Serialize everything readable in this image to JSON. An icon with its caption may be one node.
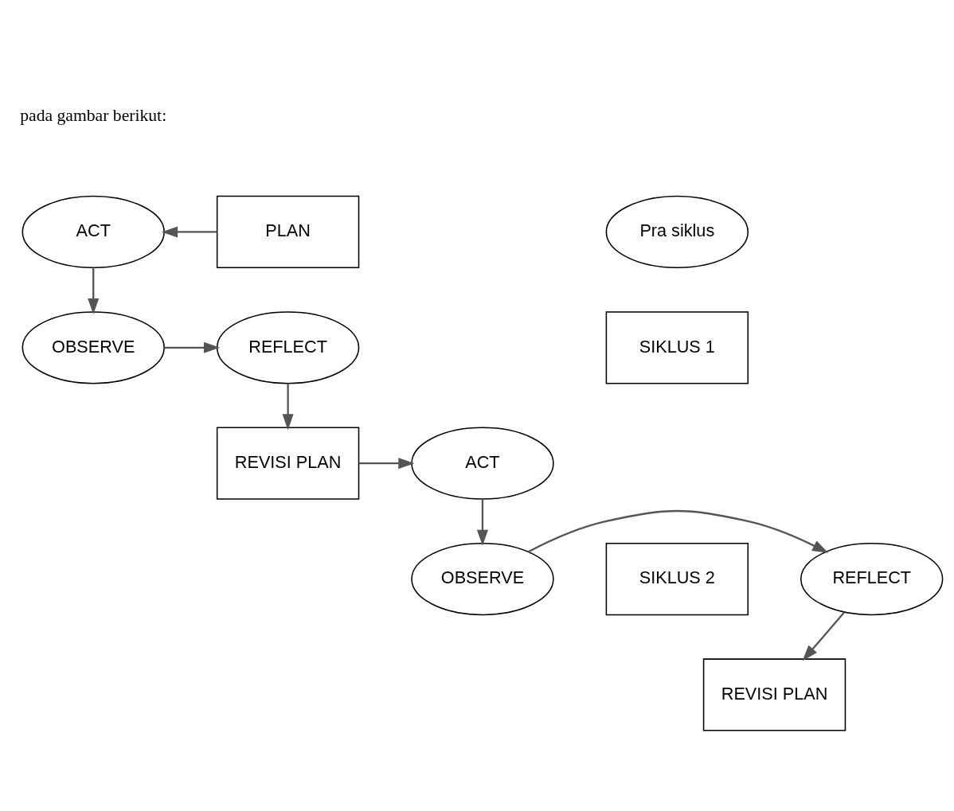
{
  "diagram": {
    "nodes": [
      {
        "text": [
          "Pra siklus"
        ]
      },
      {
        "text": [
          "ACT"
        ]
      },
      {
        "text": [
          "PLAN"
        ]
      },
      {
        "text": [
          "SIKLUS 1"
        ]
      },
      {
        "text": [
          "OBSERVE"
        ]
      },
      {
        "text": [
          "REFLECT"
        ]
      },
      {
        "text": [
          "REVISI PLAN"
        ]
      },
      {
        "text": [
          "ACT"
        ]
      },
      {
        "text": [
          "SIKLUS 2"
        ]
      },
      {
        "text": [
          "OBSERVE"
        ]
      },
      {
        "text": [
          "REFLECT"
        ]
      },
      {
        "text": [
          "REVISI PLAN"
        ]
      }
    ],
    "edges": [
      {
        "from": 2,
        "to": 1,
        "arrow": "to"
      },
      {
        "from": 1,
        "to": 4,
        "arrow": "to"
      },
      {
        "from": 4,
        "to": 5,
        "arrow": "to"
      },
      {
        "from": 5,
        "to": 6,
        "arrow": "to"
      },
      {
        "from": 6,
        "to": 7,
        "arrow": "to"
      },
      {
        "from": 7,
        "to": 9,
        "arrow": "to"
      },
      {
        "from": 9,
        "to": 10,
        "arrow": "to"
      },
      {
        "from": 10,
        "to": 11,
        "arrow": "to"
      }
    ],
    "labels": [
      "pada gambar berikut:"
    ]
  }
}
